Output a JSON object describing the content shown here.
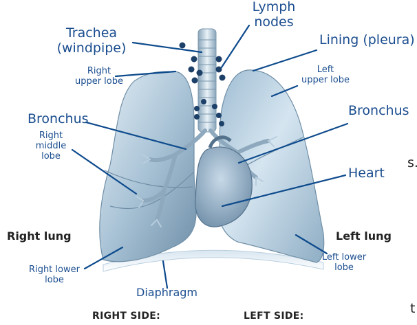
{
  "labels": {
    "trachea": "Trachea",
    "windpipe": "(windpipe)",
    "lymph": "Lymph",
    "nodes": "nodes",
    "lining": "Lining (pleura)",
    "right_upper_1": "Right",
    "right_upper_2": "upper lobe",
    "left_upper_1": "Left",
    "left_upper_2": "upper lobe",
    "bronchus_left_label": "Bronchus",
    "bronchus_right_label": "Bronchus",
    "right_middle_1": "Right",
    "right_middle_2": "middle",
    "right_middle_3": "lobe",
    "heart": "Heart",
    "right_lung": "Right lung",
    "left_lung": "Left lung",
    "right_lower_1": "Right lower",
    "right_lower_2": "lobe",
    "left_lower_1": "Left lower",
    "left_lower_2": "lobe",
    "diaphragm": "Diaphragm",
    "right_side": "RIGHT SIDE:",
    "left_side": "LEFT SIDE:"
  },
  "edge_fragments": {
    "s": "s.",
    "t": "t"
  },
  "colors": {
    "label_blue": "#1a4d8f",
    "leader_blue": "#0d4a8c",
    "lung_light": "#cfe0ec",
    "lung_dark": "#7f9fb8",
    "node_dark": "#1d4068"
  }
}
